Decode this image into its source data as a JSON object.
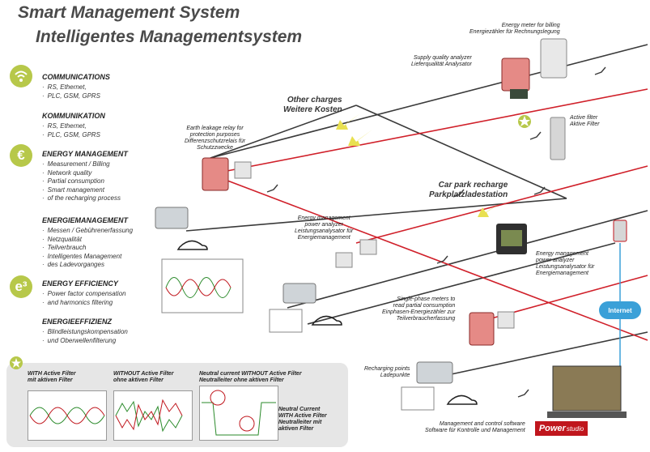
{
  "titles": {
    "en": "Smart Management System",
    "de": "Intelligentes Managementsystem"
  },
  "sections": {
    "comm_en_head": "COMMUNICATIONS",
    "comm_en_items": [
      "RS, Ethernet,",
      "PLC, GSM, GPRS"
    ],
    "comm_de_head": "KOMMUNIKATION",
    "comm_de_items": [
      "RS, Ethernet,",
      "PLC, GSM, GPRS"
    ],
    "energy_en_head": "ENERGY MANAGEMENT",
    "energy_en_items": [
      "Measurement / Billing",
      "Network quality",
      "Partial consumption",
      "Smart management",
      "of the recharging process"
    ],
    "energy_de_head": "ENERGIEMANAGEMENT",
    "energy_de_items": [
      "Messen / Gebührenerfassung",
      "Netzqualität",
      "Teilverbrauch",
      "Intelligentes Management",
      "des Ladevorganges"
    ],
    "eff_en_head": "ENERGY EFFICIENCY",
    "eff_en_items": [
      "Power factor compensation",
      "and harmonics filtering"
    ],
    "eff_de_head": "ENERGIEEFFIZIENZ",
    "eff_de_items": [
      "Blindleistungskompensation",
      "und Oberwellenfilterung"
    ]
  },
  "icons": {
    "comm": "wifi-icon",
    "energy": "euro-icon",
    "eff": "e3-icon",
    "star": "star-icon",
    "e3_text": "e³",
    "euro_text": "€"
  },
  "labels": {
    "energy_meter": [
      "Energy meter for billing",
      "Energiezähler für Rechnungslegung"
    ],
    "supply_quality": [
      "Supply quality analyzer",
      "Lieferqualität Analysator"
    ],
    "active_filter": [
      "Active filter",
      "Aktive Filter"
    ],
    "other_charges": [
      "Other charges",
      "Weitere Kosten"
    ],
    "earth_leakage": [
      "Earth leakage relay for",
      "protection purposes",
      "Differenzschutzrelais für",
      "Schutzzwecke"
    ],
    "car_park": [
      "Car park recharge",
      "Parkplatzladestation"
    ],
    "energy_mgmt_analyzer_left": [
      "Energy management",
      "power analyzer",
      "Leistungsanalysator für",
      "Energiemanagement"
    ],
    "energy_mgmt_analyzer_right": [
      "Energy management",
      "power analyzer",
      "Leistungsanalysator für",
      "Energiemanagement"
    ],
    "single_phase": [
      "Single-phase meters to",
      "read partial consumption",
      "Einphasen-Energiezähler zur",
      "Teilverbraucherfassung"
    ],
    "recharging_points": [
      "Recharging points",
      "Ladepunkte"
    ],
    "internet": "Internet",
    "mgmt_software": [
      "Management and control software",
      "Software für Kontrolle und Management"
    ],
    "power_studio_1": "Power",
    "power_studio_2": "studio"
  },
  "filter_box": {
    "with_filter": [
      "WITH Active Filter",
      "mit aktiven Filter"
    ],
    "without_filter": [
      "WITHOUT Active Filter",
      "ohne aktiven Filter"
    ],
    "neutral_without": [
      "Neutral current WITHOUT Active Filter",
      "Neutralleiter ohne aktiven Filter"
    ],
    "neutral_with": [
      "Neutral Current",
      "WITH Active Filter",
      "Neutralleiter mit",
      "aktiven Filter"
    ]
  },
  "colors": {
    "accent_green": "#b7c84a",
    "line_red": "#d0202a",
    "line_dark": "#3a3a3a",
    "arrow_yellow": "#e8e050",
    "internet_blue": "#3aa0d8"
  }
}
